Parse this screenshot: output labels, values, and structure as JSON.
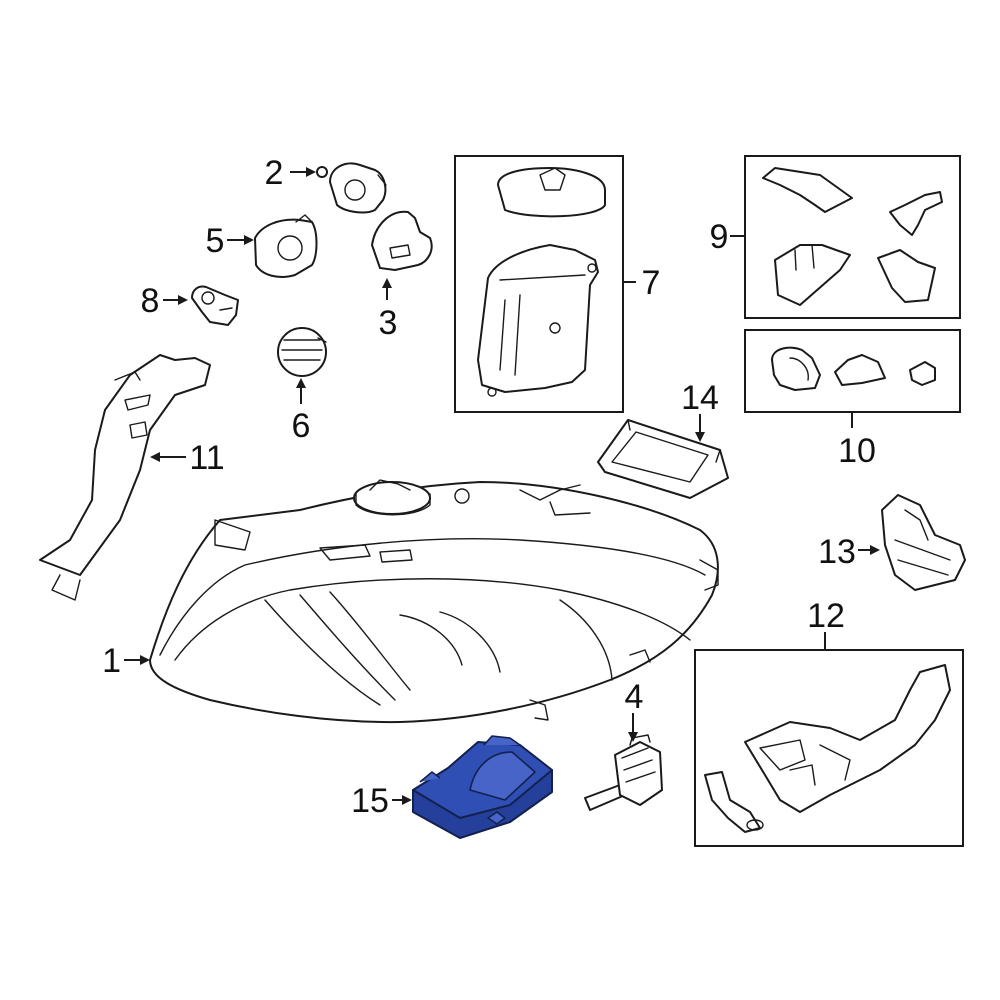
{
  "diagram": {
    "callouts": {
      "c1": "1",
      "c2": "2",
      "c3": "3",
      "c4": "4",
      "c5": "5",
      "c6": "6",
      "c7": "7",
      "c8": "8",
      "c9": "9",
      "c10": "10",
      "c11": "11",
      "c12": "12",
      "c13": "13",
      "c14": "14",
      "c15": "15"
    },
    "highlighted_part": "15",
    "colors": {
      "highlight": "#2f4fb4",
      "line": "#1a1a1a",
      "background": "#ffffff"
    }
  }
}
